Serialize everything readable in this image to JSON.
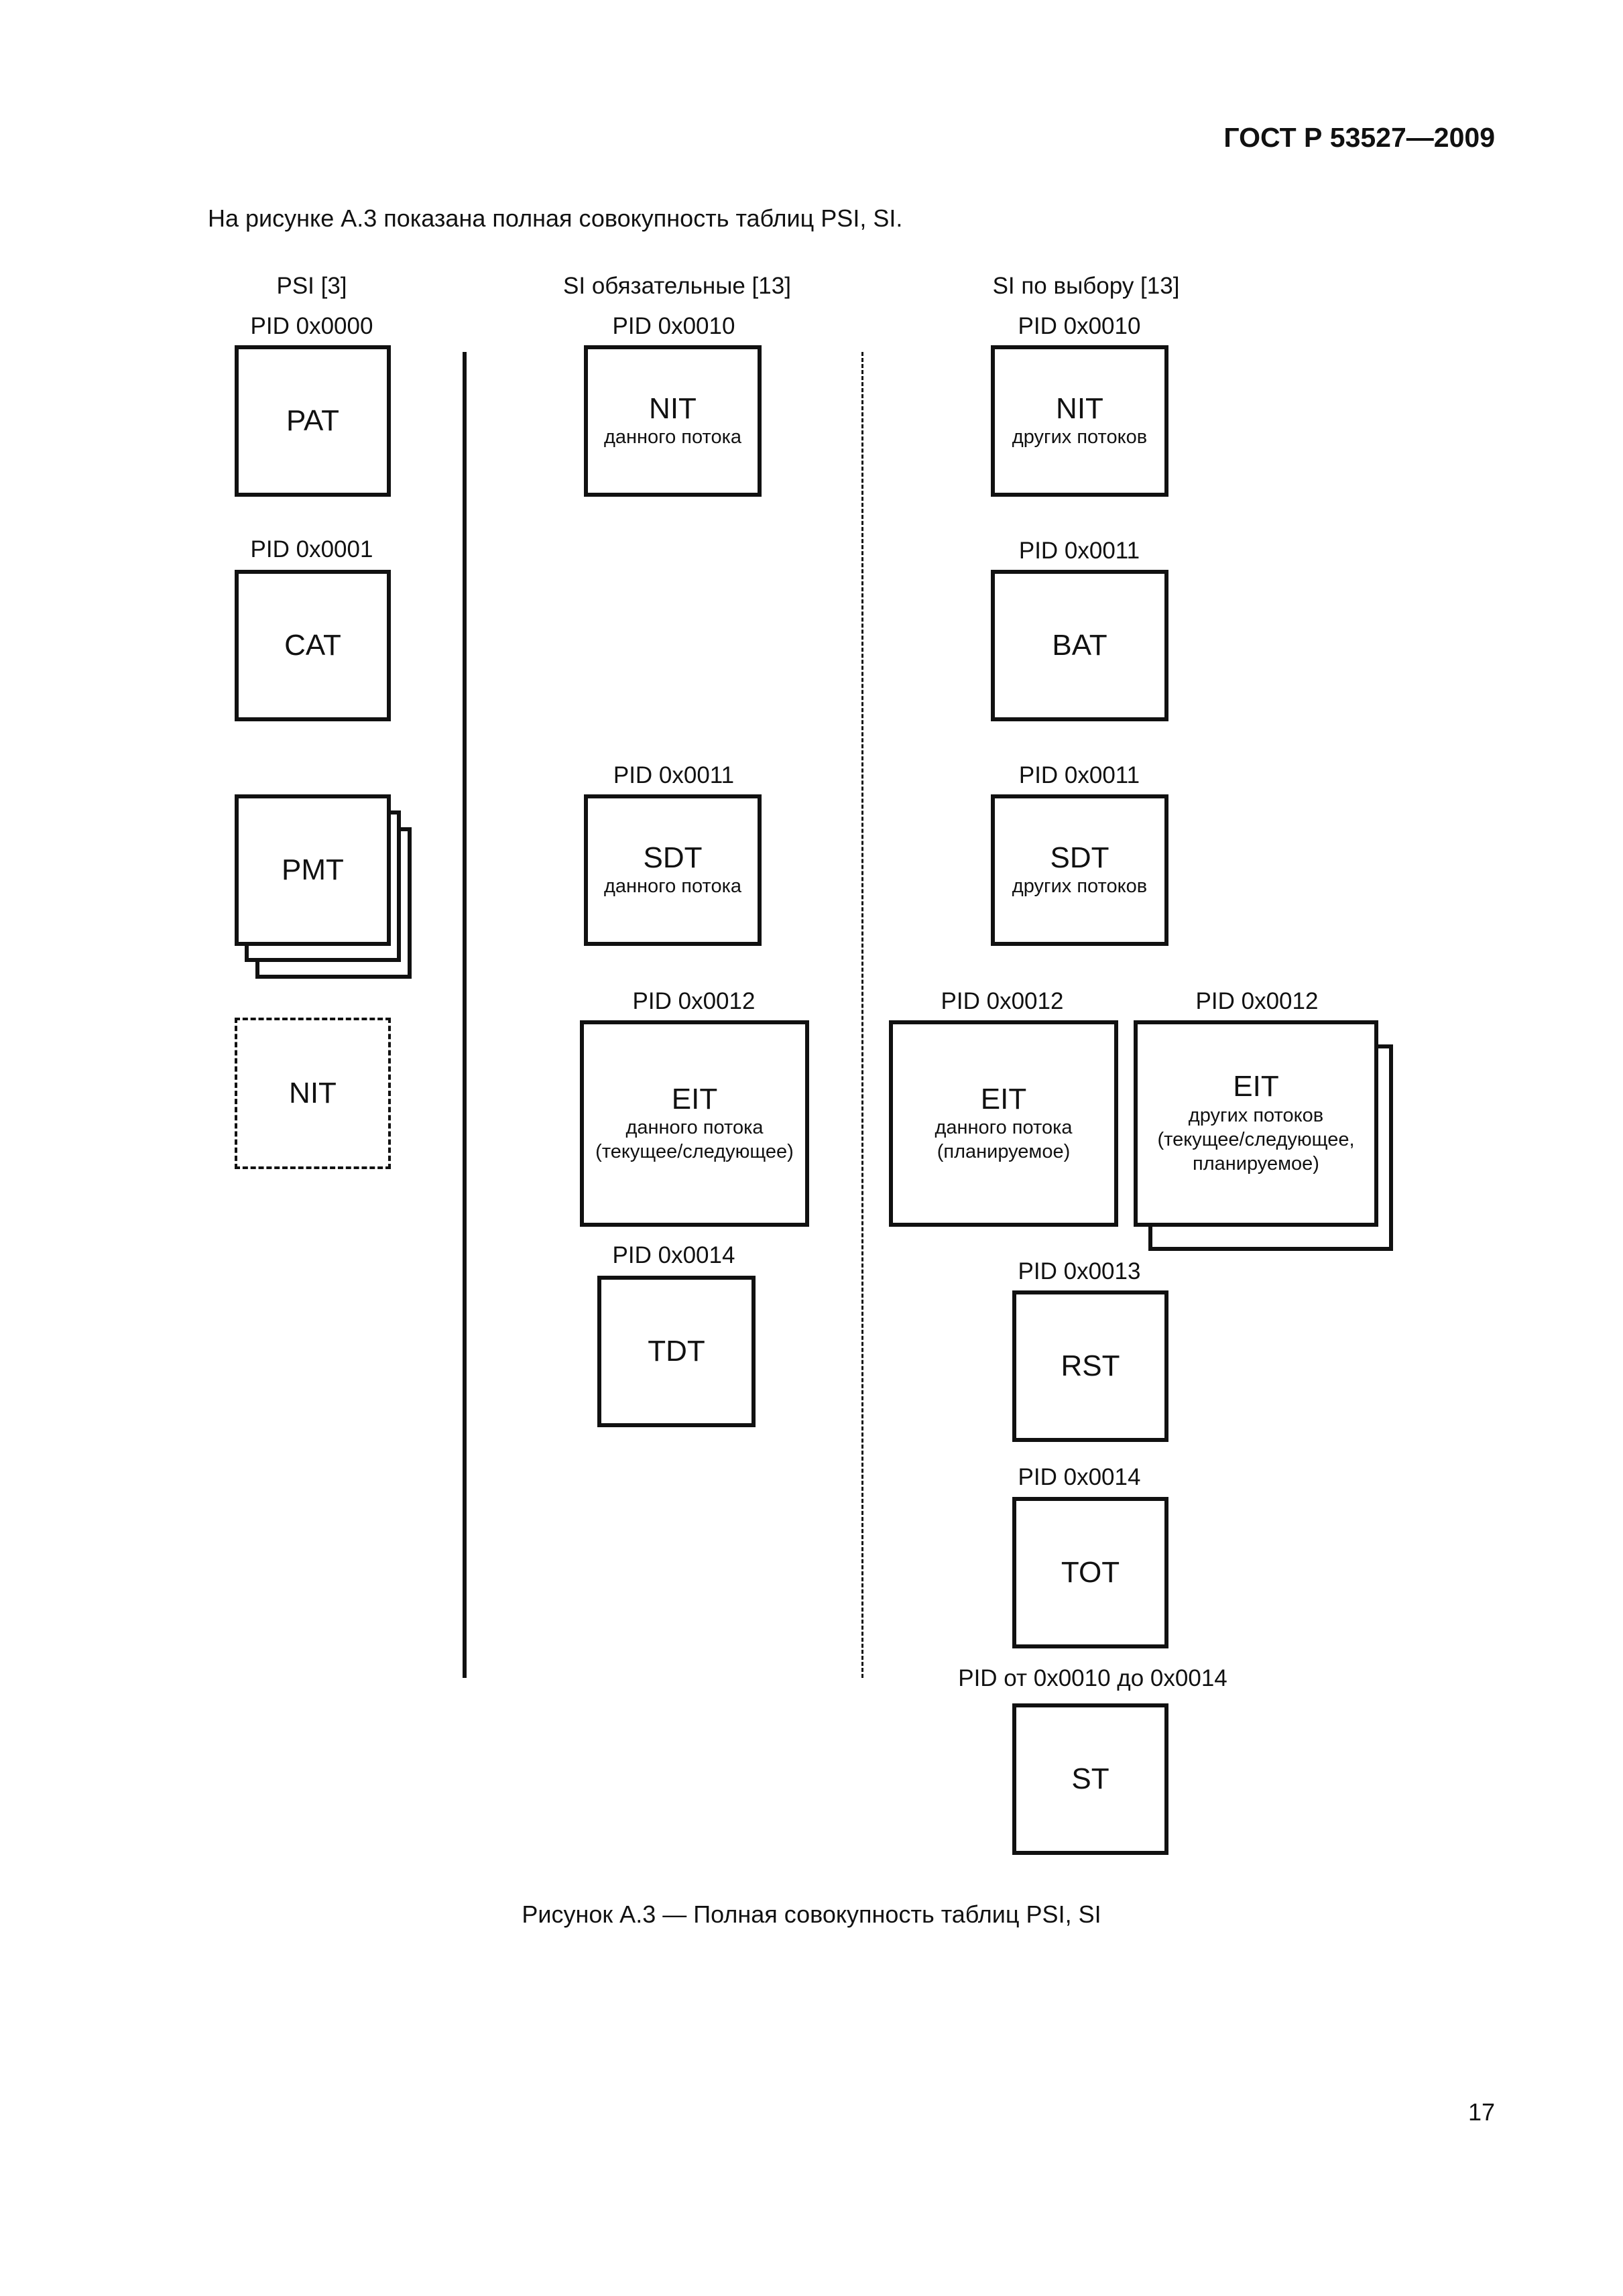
{
  "header": {
    "doc_code": "ГОСТ Р 53527—2009"
  },
  "intro_text": "На рисунке А.3 показана полная совокупность таблиц PSI, SI.",
  "figure": {
    "columns": {
      "psi": "PSI [3]",
      "si_mandatory": "SI обязательные [13]",
      "si_optional": "SI по выбору [13]"
    },
    "psi_tables": {
      "pat": {
        "pid": "PID 0x0000",
        "name": "PAT"
      },
      "cat": {
        "pid": "PID 0x0001",
        "name": "CAT"
      },
      "pmt": {
        "name": "PMT"
      },
      "nit": {
        "name": "NIT"
      }
    },
    "si_mandatory_tables": {
      "nit": {
        "pid": "PID 0x0010",
        "name": "NIT",
        "sub": "данного потока"
      },
      "sdt": {
        "pid": "PID 0x0011",
        "name": "SDT",
        "sub": "данного потока"
      },
      "eit": {
        "pid": "PID 0x0012",
        "name": "EIT",
        "sub1": "данного потока",
        "sub2": "(текущее/следующее)"
      },
      "tdt": {
        "pid": "PID 0x0014",
        "name": "TDT"
      }
    },
    "si_optional_tables": {
      "nit": {
        "pid": "PID 0x0010",
        "name": "NIT",
        "sub": "других потоков"
      },
      "bat": {
        "pid": "PID 0x0011",
        "name": "BAT"
      },
      "sdt": {
        "pid": "PID 0x0011",
        "name": "SDT",
        "sub": "других потоков"
      },
      "eit_sched": {
        "pid": "PID 0x0012",
        "name": "EIT",
        "sub1": "данного потока",
        "sub2": "(планируемое)"
      },
      "eit_other": {
        "pid": "PID 0x0012",
        "name": "EIT",
        "sub1": "других потоков",
        "sub2": "(текущее/следующее,",
        "sub3": "планируемое)"
      },
      "rst": {
        "pid": "PID 0x0013",
        "name": "RST"
      },
      "tot": {
        "pid": "PID 0x0014",
        "name": "TOT"
      },
      "st": {
        "pid": "PID от 0x0010 до 0x0014",
        "name": "ST"
      }
    }
  },
  "caption": "Рисунок А.3 — Полная совокупность таблиц PSI, SI",
  "page_number": "17"
}
